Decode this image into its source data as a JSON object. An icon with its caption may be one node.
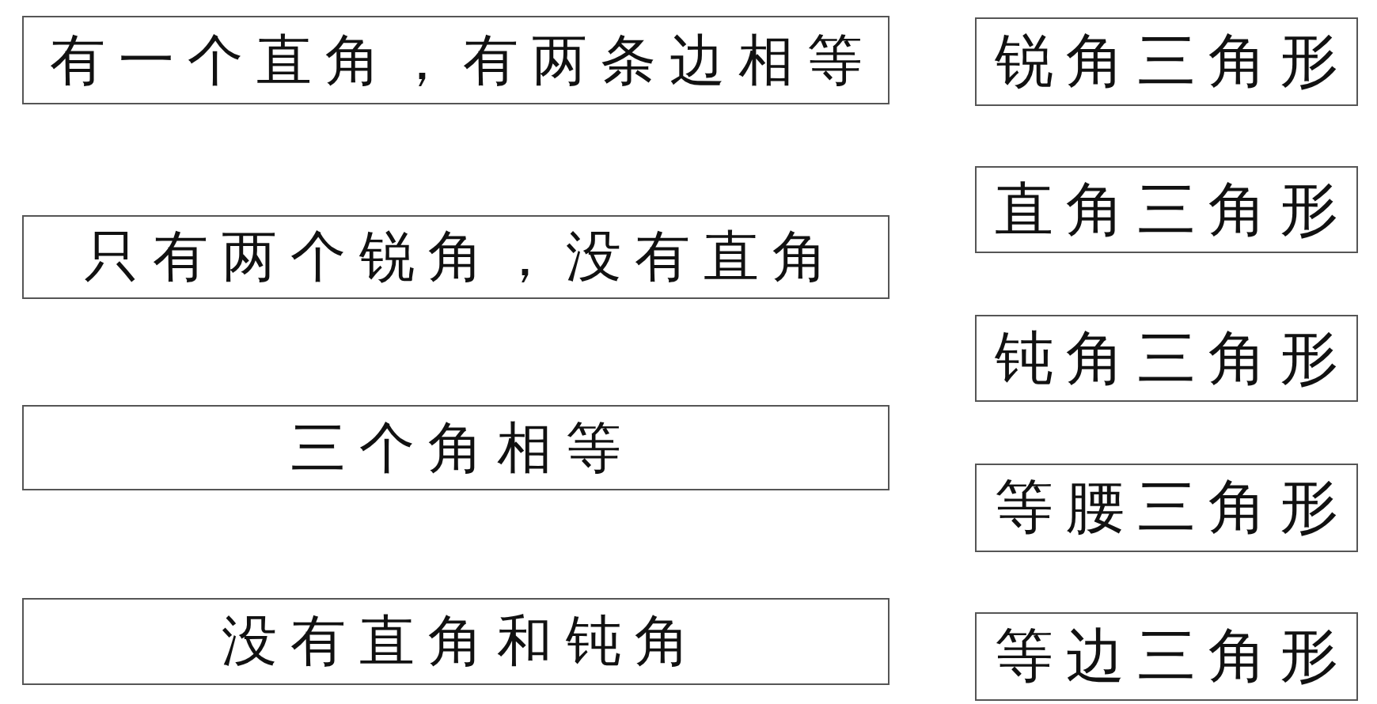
{
  "diagram": {
    "nodes": [
      {
        "text": [
          "有一个直角，有两条边相等"
        ]
      },
      {
        "text": [
          "只有两个锐角，没有直角"
        ]
      },
      {
        "text": [
          "三个角相等"
        ]
      },
      {
        "text": [
          "没有直角和钝角"
        ]
      },
      {
        "text": [
          "锐角三角形"
        ]
      },
      {
        "text": [
          "直角三角形"
        ]
      },
      {
        "text": [
          "钝角三角形"
        ]
      },
      {
        "text": [
          "等腰三角形"
        ]
      },
      {
        "text": [
          "等边三角形"
        ]
      }
    ]
  }
}
